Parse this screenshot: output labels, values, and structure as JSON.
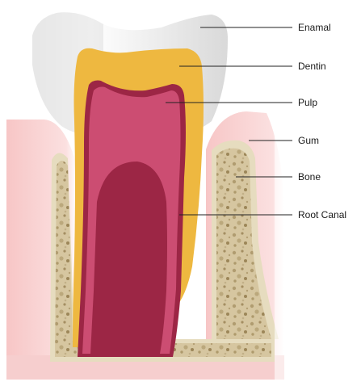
{
  "labels": {
    "enamal": "Enamal",
    "dentin": "Dentin",
    "pulp": "Pulp",
    "gum": "Gum",
    "bone": "Bone",
    "root_canal": "Root Canal"
  },
  "colors": {
    "enamel": "#e6e6e6",
    "dentin": "#eeb840",
    "pulp": "#cc4d72",
    "root_canal": "#9c2645",
    "gum": "#f5c9c9",
    "bone": "#ccbb94",
    "bone_rim": "#e6dcbf"
  }
}
